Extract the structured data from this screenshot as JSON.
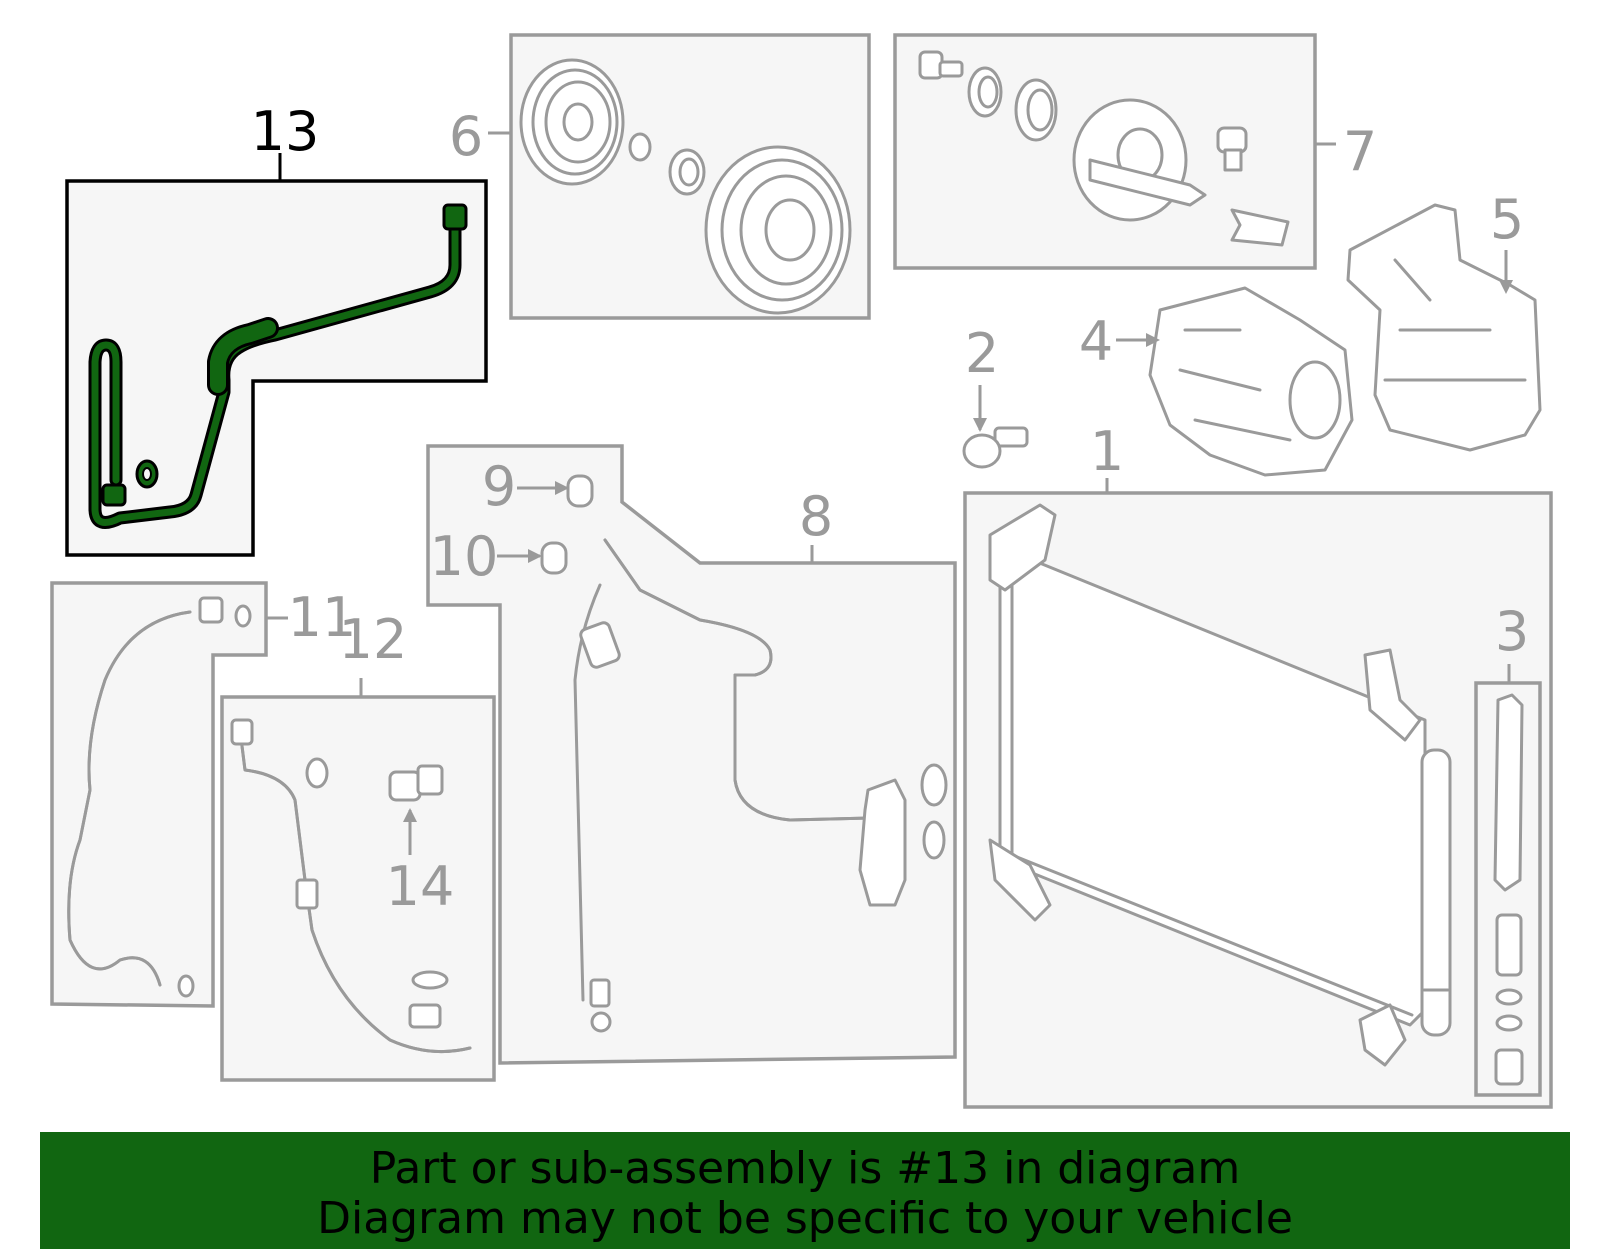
{
  "diagram": {
    "callouts": [
      "1",
      "2",
      "3",
      "4",
      "5",
      "6",
      "7",
      "8",
      "9",
      "10",
      "11",
      "12",
      "13",
      "14"
    ],
    "highlighted_callout": "13",
    "colors": {
      "highlight_part": "#116611",
      "outline": "#9a9a9a",
      "box_fill": "#f6f6f6",
      "banner_bg": "#116611"
    }
  },
  "banner": {
    "line1": "Part or sub-assembly is #13 in diagram",
    "line2": "Diagram may not be specific to your vehicle"
  }
}
